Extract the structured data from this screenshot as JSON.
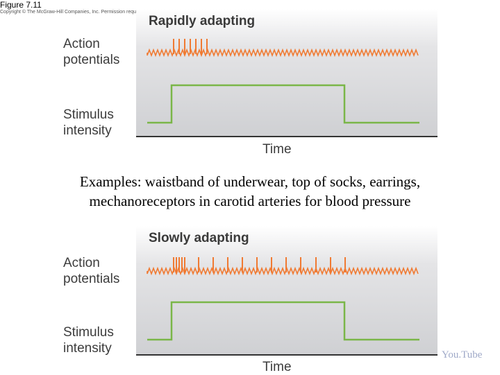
{
  "figure_label": "Figure 7.11",
  "copyright": "Copyright © The McGraw-Hill Companies, Inc. Permission required for reproduction or display.",
  "panel_top": {
    "title": "Rapidly adapting",
    "action_label_1": "Action",
    "action_label_2": "potentials",
    "stimulus_label_1": "Stimulus",
    "stimulus_label_2": "intensity",
    "time_label": "Time"
  },
  "examples_line_1": "Examples: waistband of underwear, top of socks, earrings,",
  "examples_line_2": "mechanoreceptors in carotid arteries for blood pressure",
  "panel_bottom": {
    "title": "Slowly adapting",
    "action_label_1": "Action",
    "action_label_2": "potentials",
    "stimulus_label_1": "Stimulus",
    "stimulus_label_2": "intensity",
    "time_label": "Time"
  },
  "youtube_link": "You.Tube",
  "colors": {
    "spike": "#f07a32",
    "stimulus": "#7ab648",
    "axis": "#333333"
  }
}
